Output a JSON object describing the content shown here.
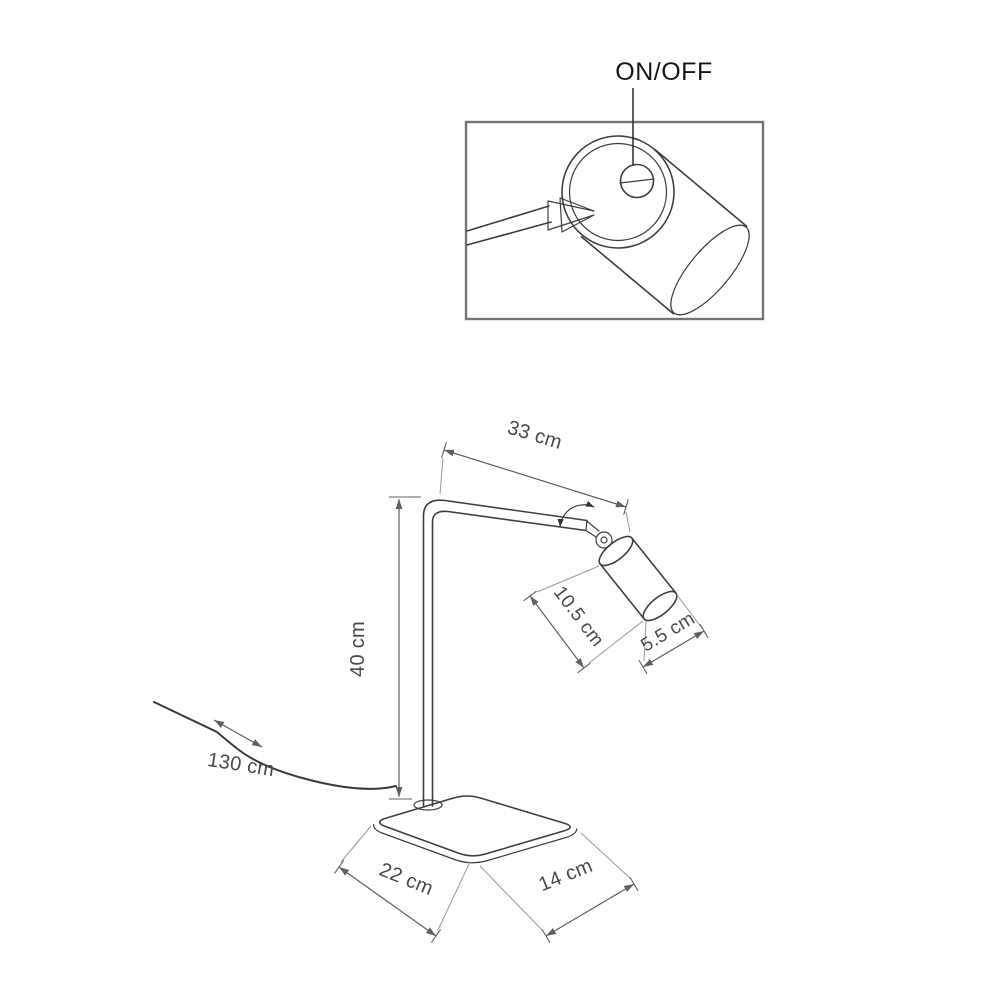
{
  "inset": {
    "label": "ON/OFF"
  },
  "dims": {
    "arm": "33 cm",
    "height": "40 cm",
    "head_length": "10.5 cm",
    "head_diameter": "5.5 cm",
    "cable": "130 cm",
    "base_depth": "22 cm",
    "base_width": "14 cm"
  },
  "colors": {
    "background": "#ffffff",
    "drawing_line": "#3f3f3f",
    "dimension_line": "#5f5f5f",
    "dimension_text": "#4a4a4a",
    "label_text": "#171717",
    "inset_border": "#757575"
  }
}
